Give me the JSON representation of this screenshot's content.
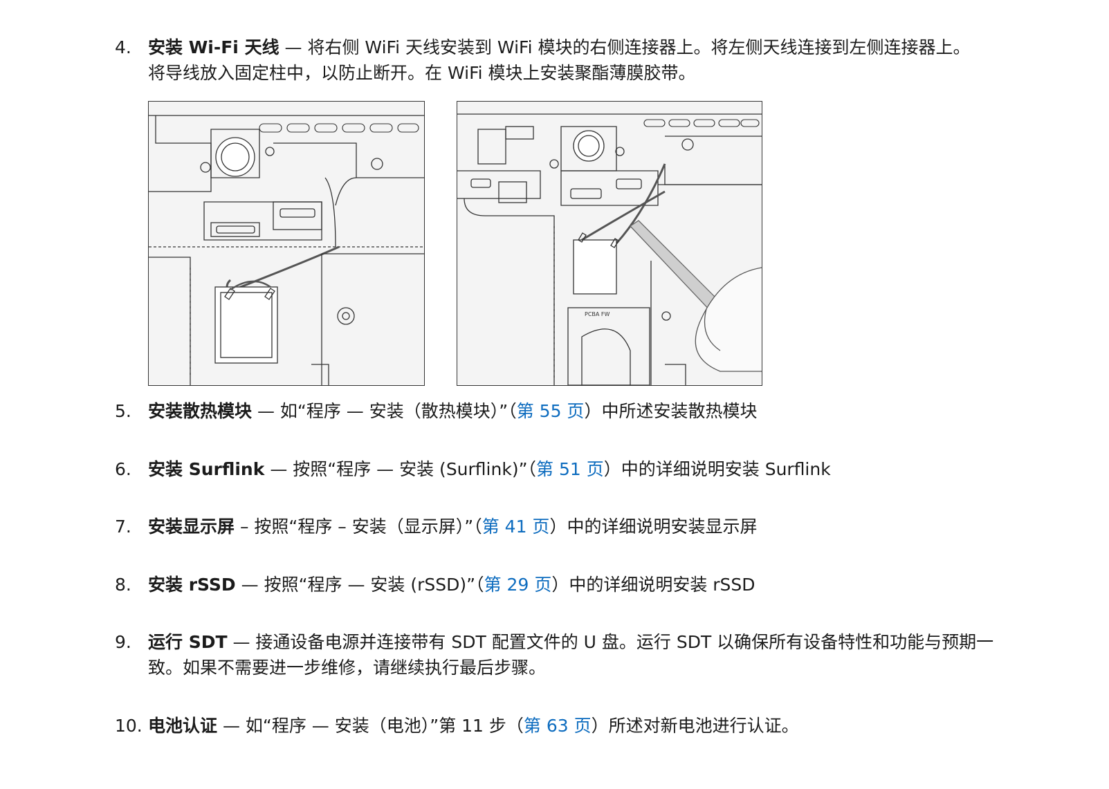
{
  "steps": [
    {
      "num": "4.",
      "title": "安装 Wi-Fi 天线",
      "line1": " — 将右侧 WiFi 天线安装到 WiFi 模块的右侧连接器上。将左侧天线连接到左侧连接器上。",
      "line2": "将导线放入固定柱中，以防止断开。在 WiFi 模块上安装聚酯薄膜胶带。"
    },
    {
      "num": "5.",
      "title": "安装散热模块",
      "pre": " — 如“程序 — 安装（散热模块）”（",
      "link": "第 55 页",
      "post": "）中所述安装散热模块"
    },
    {
      "num": "6.",
      "title": "安装 Surflink",
      "pre": " — 按照“程序 — 安装 (Surflink)”（",
      "link": "第 51 页",
      "post": "）中的详细说明安装 Surflink"
    },
    {
      "num": "7.",
      "title": "安装显示屏",
      "pre": " – 按照“程序 – 安装（显示屏）”（",
      "link": "第 41 页",
      "post": "）中的详细说明安装显示屏"
    },
    {
      "num": "8.",
      "title": "安装 rSSD",
      "pre": " — 按照“程序 — 安装 (rSSD)”（",
      "link": "第 29 页",
      "post": "）中的详细说明安装 rSSD"
    },
    {
      "num": "9.",
      "title": "运行 SDT",
      "line1": " — 接通设备电源并连接带有 SDT 配置文件的 U 盘。运行 SDT 以确保所有设备特性和功能与预期一",
      "line2": "致。如果不需要进一步维修，请继续执行最后步骤。"
    },
    {
      "num": "10.",
      "title": "电池认证",
      "pre": " — 如“程序 — 安装（电池）”第 11 步（",
      "link": "第 63 页",
      "post": "）所述对新电池进行认证。"
    }
  ],
  "figure_label": "PCBA FW",
  "colors": {
    "link": "#0d6cbf",
    "text": "#1b1b1b",
    "line": "#333333"
  }
}
